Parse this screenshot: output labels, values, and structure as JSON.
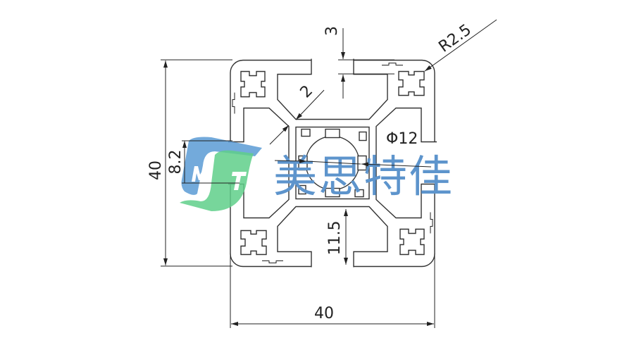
{
  "drawing": {
    "dimensions": {
      "height": "40",
      "width": "40",
      "slot_lip": "3",
      "corner_radius": "R2.5",
      "wall": "2",
      "bore": "Φ12",
      "slot_width": "8.2",
      "slot_depth": "11.5"
    }
  },
  "watermark": {
    "logo_letters": "MST",
    "brand_text": "美思特佳",
    "colors": {
      "blue": "#5b9bd5",
      "green": "#5fcf8a"
    }
  }
}
